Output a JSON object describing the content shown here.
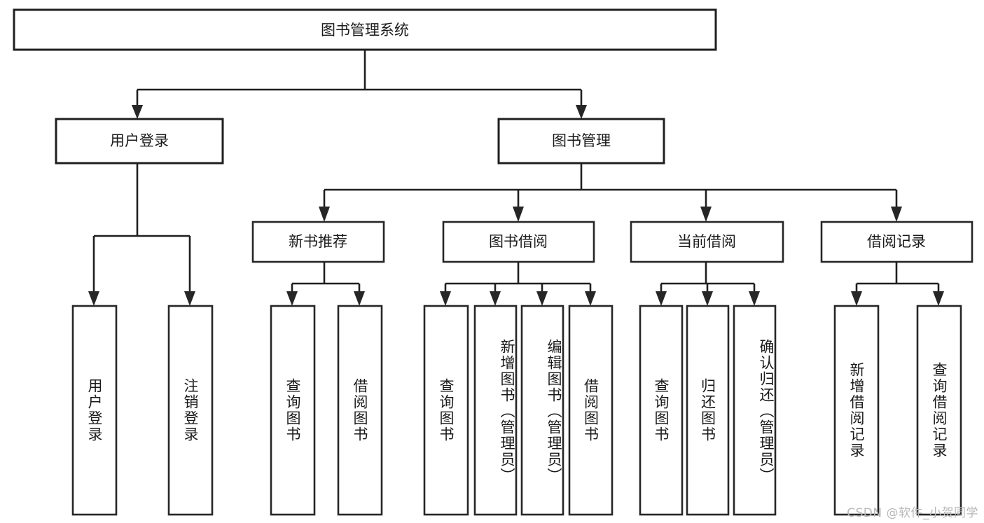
{
  "diagram": {
    "title": "图书管理系统",
    "type": "tree",
    "root": {
      "id": "root",
      "label": "图书管理系统",
      "level": 0
    },
    "level1": [
      {
        "id": "user-login",
        "label": "用户登录"
      },
      {
        "id": "book-management",
        "label": "图书管理"
      }
    ],
    "level2": [
      {
        "id": "new-book-recommend",
        "label": "新书推荐",
        "parent": "book-management"
      },
      {
        "id": "book-borrow",
        "label": "图书借阅",
        "parent": "book-management"
      },
      {
        "id": "current-borrow",
        "label": "当前借阅",
        "parent": "book-management"
      },
      {
        "id": "borrow-record",
        "label": "借阅记录",
        "parent": "book-management"
      }
    ],
    "leaves": [
      {
        "id": "leaf-user-login",
        "label": "用户登录",
        "parent": "user-login"
      },
      {
        "id": "leaf-logout",
        "label": "注销登录",
        "parent": "user-login"
      },
      {
        "id": "leaf-query-book-1",
        "label": "查询图书",
        "parent": "new-book-recommend"
      },
      {
        "id": "leaf-borrow-book-1",
        "label": "借阅图书",
        "parent": "new-book-recommend"
      },
      {
        "id": "leaf-query-book-2",
        "label": "查询图书",
        "parent": "book-borrow"
      },
      {
        "id": "leaf-add-book",
        "label": "新增图书（管理员）",
        "parent": "book-borrow"
      },
      {
        "id": "leaf-edit-book",
        "label": "编辑图书（管理员）",
        "parent": "book-borrow"
      },
      {
        "id": "leaf-borrow-book-2",
        "label": "借阅图书",
        "parent": "book-borrow"
      },
      {
        "id": "leaf-query-book-3",
        "label": "查询图书",
        "parent": "current-borrow"
      },
      {
        "id": "leaf-return-book",
        "label": "归还图书",
        "parent": "current-borrow"
      },
      {
        "id": "leaf-confirm-return",
        "label": "确认归还（管理员）",
        "parent": "current-borrow"
      },
      {
        "id": "leaf-add-record",
        "label": "新增借阅记录",
        "parent": "borrow-record"
      },
      {
        "id": "leaf-query-record",
        "label": "查询借阅记录",
        "parent": "borrow-record"
      }
    ],
    "colors": {
      "stroke": "#1f1f1f",
      "fill": "#ffffff",
      "text": "#1a1a1a",
      "watermark": "#b8b8b8"
    }
  },
  "watermark": {
    "text": "CSDN @软件_小贺同学"
  }
}
